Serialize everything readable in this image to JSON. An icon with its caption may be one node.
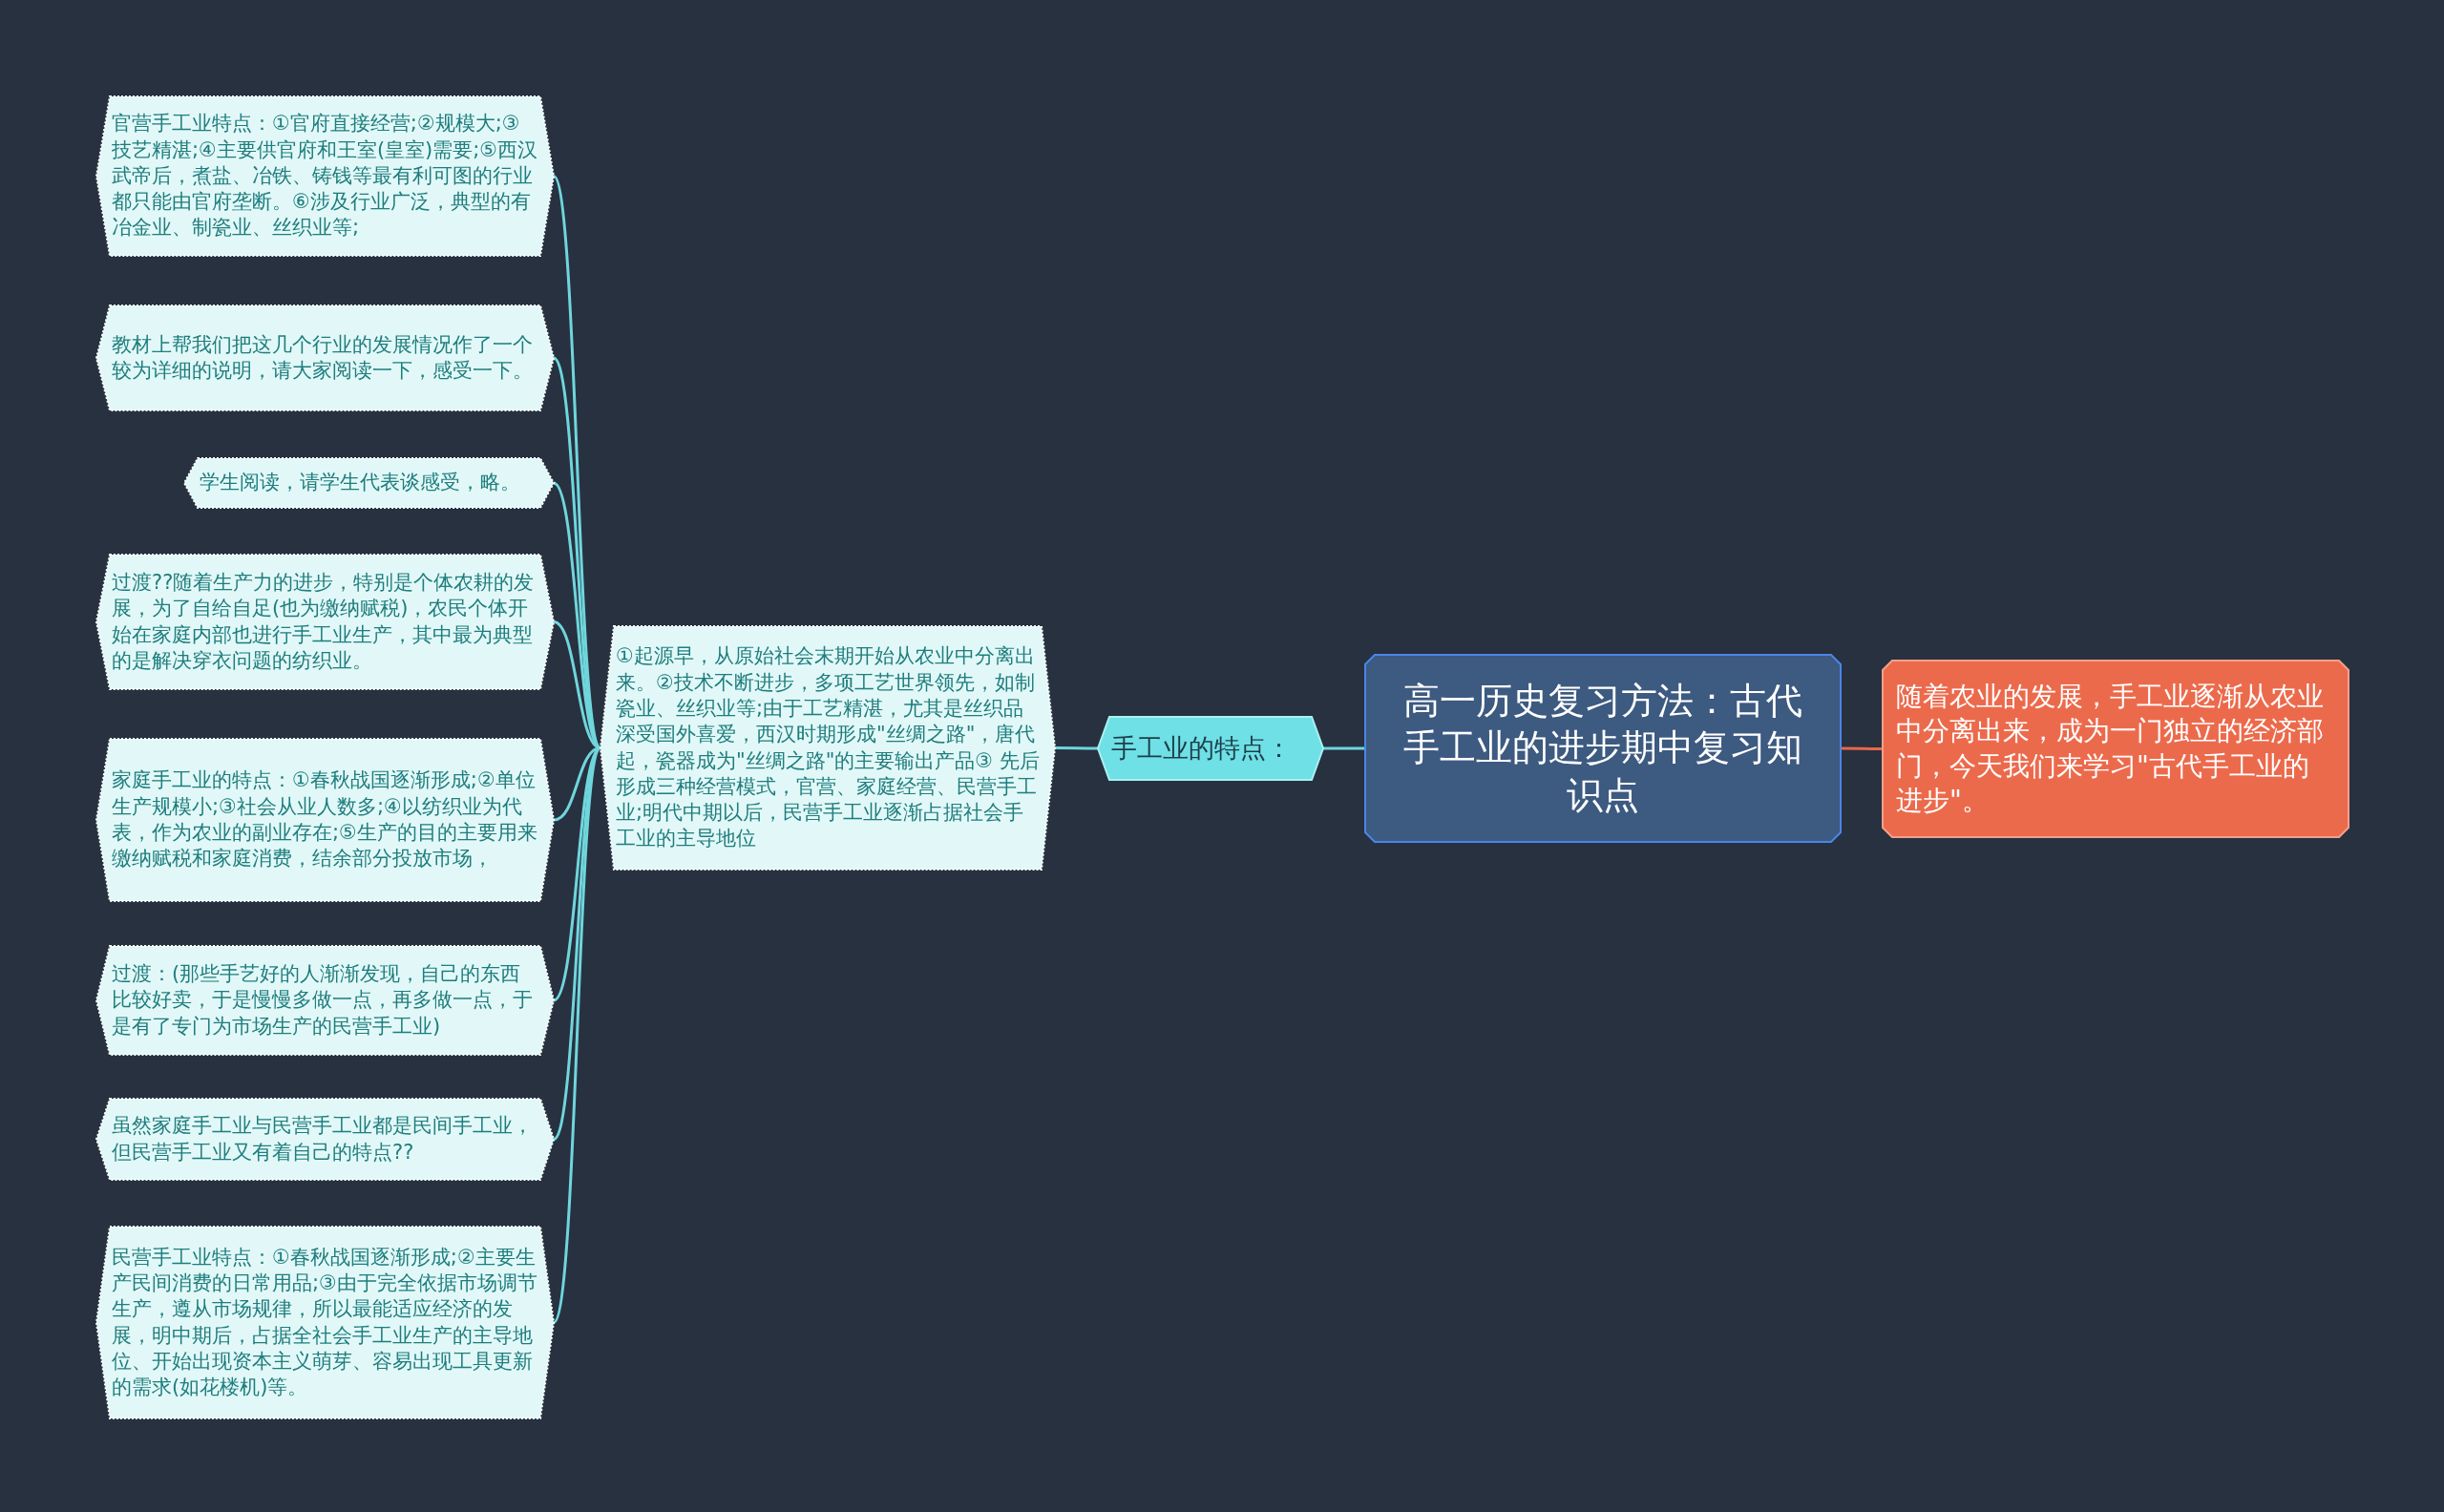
{
  "diagram": {
    "nodes": [
      {
        "text": [
          "高一历史复习方法：古代手工业的进步期中复习知识点"
        ]
      },
      {
        "text": [
          "随着农业的发展，手工业逐渐从农业中分离出来，成为一门独立的经济部门，今天我们来学习\"古代手工业的进步\"。"
        ]
      },
      {
        "text": [
          "手工业的特点："
        ]
      },
      {
        "text": [
          "①起源早，从原始社会末期开始从农业中分离出来。②技术不断进步，多项工艺世界领先，如制瓷业、丝织业等;由于工艺精湛，尤其是丝织品深受国外喜爱，西汉时期形成\"丝绸之路\"，唐代起，瓷器成为\"丝绸之路\"的主要输出产品③ 先后形成三种经营模式，官营、家庭经营、民营手工业;明代中期以后，民营手工业逐渐占据社会手工业的主导地位"
        ]
      },
      {
        "text": [
          "官营手工业特点：①官府直接经营;②规模大;③技艺精湛;④主要供官府和王室(皇室)需要;⑤西汉武帝后，煮盐、冶铁、铸钱等最有利可图的行业都只能由官府垄断。⑥涉及行业广泛，典型的有冶金业、制瓷业、丝织业等;"
        ]
      },
      {
        "text": [
          "教材上帮我们把这几个行业的发展情况作了一个较为详细的说明，请大家阅读一下，感受一下。"
        ]
      },
      {
        "text": [
          "学生阅读，请学生代表谈感受，略。"
        ]
      },
      {
        "text": [
          "过渡??随着生产力的进步，特别是个体农耕的发展，为了自给自足(也为缴纳赋税)，农民个体开始在家庭内部也进行手工业生产，其中最为典型的是解决穿衣问题的纺织业。"
        ]
      },
      {
        "text": [
          "家庭手工业的特点：①春秋战国逐渐形成;②单位生产规模小;③社会从业人数多;④以纺织业为代表，作为农业的副业存在;⑤生产的目的主要用来缴纳赋税和家庭消费，结余部分投放市场，"
        ]
      },
      {
        "text": [
          "过渡：(那些手艺好的人渐渐发现，自己的东西比较好卖，于是慢慢多做一点，再多做一点，于是有了专门为市场生产的民营手工业)"
        ]
      },
      {
        "text": [
          "虽然家庭手工业与民营手工业都是民间手工业，但民营手工业又有着自己的特点??"
        ]
      },
      {
        "text": [
          "民营手工业特点：①春秋战国逐渐形成;②主要生产民间消费的日常用品;③由于完全依据市场调节生产，遵从市场规律，所以最能适应经济的发展，明中期后，占据全社会手工业生产的主导地位、开始出现资本主义萌芽、容易出现工具更新的需求(如花楼机)等。"
        ]
      }
    ],
    "edges": [
      {
        "from": 0,
        "to": 1,
        "arrow": "none",
        "color": "#e8674a"
      },
      {
        "from": 0,
        "to": 2,
        "arrow": "none"
      },
      {
        "from": 2,
        "to": 3,
        "arrow": "none"
      },
      {
        "from": 3,
        "to": 4,
        "arrow": "none"
      },
      {
        "from": 3,
        "to": 5,
        "arrow": "none"
      },
      {
        "from": 3,
        "to": 6,
        "arrow": "none"
      },
      {
        "from": 3,
        "to": 7,
        "arrow": "none"
      },
      {
        "from": 3,
        "to": 8,
        "arrow": "none"
      },
      {
        "from": 3,
        "to": 9,
        "arrow": "none"
      },
      {
        "from": 3,
        "to": 10,
        "arrow": "none"
      },
      {
        "from": 3,
        "to": 11,
        "arrow": "none"
      }
    ]
  }
}
